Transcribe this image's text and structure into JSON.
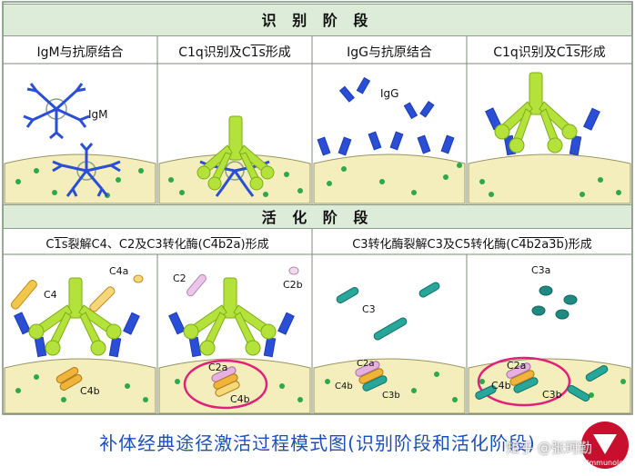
{
  "sections": {
    "recognition": "识 别 阶 段",
    "activation": "活 化 阶 段"
  },
  "recognition_panels": [
    {
      "prefix": "IgM与抗原结合",
      "over": "",
      "suffix": ""
    },
    {
      "prefix": "C1q识别及C",
      "over": "1s",
      "suffix": "形成"
    },
    {
      "prefix": "IgG与抗原结合",
      "over": "",
      "suffix": ""
    },
    {
      "prefix": "C1q识别及C",
      "over": "1s",
      "suffix": "形成"
    }
  ],
  "activation_headers": [
    {
      "prefix": "C",
      "over": "1s",
      "mid": "裂解C4、C2及C3转化酶(C",
      "over2": "4b2a",
      "suffix": ")形成"
    },
    {
      "prefix": "C3转化酶裂解C3及C5转化酶(C",
      "over": "4b2a3b",
      "suffix": ")形成"
    }
  ],
  "labels": {
    "igm": "IgM",
    "igg": "IgG",
    "c4": "C4",
    "c4a": "C4a",
    "c4b": "C4b",
    "c2": "C2",
    "c2b": "C2b",
    "c2a": "C2a",
    "c3": "C3",
    "c3a": "C3a",
    "c3b": "C3b"
  },
  "caption": "补体经典途径激活过程模式图(识别阶段和活化阶段)",
  "watermark": "知乎 @张珂勤",
  "logo_text": "Immunology",
  "colors": {
    "header_bg": "#dcecd9",
    "cell": "#f3eebb",
    "antibody": "#2a4fd6",
    "c1q": "#b4e23a",
    "caption": "#1d4fb8",
    "c2": "#e8b0e0",
    "c4": "#f0b43a",
    "c3": "#27a69a",
    "highlight": "#e0207a"
  }
}
